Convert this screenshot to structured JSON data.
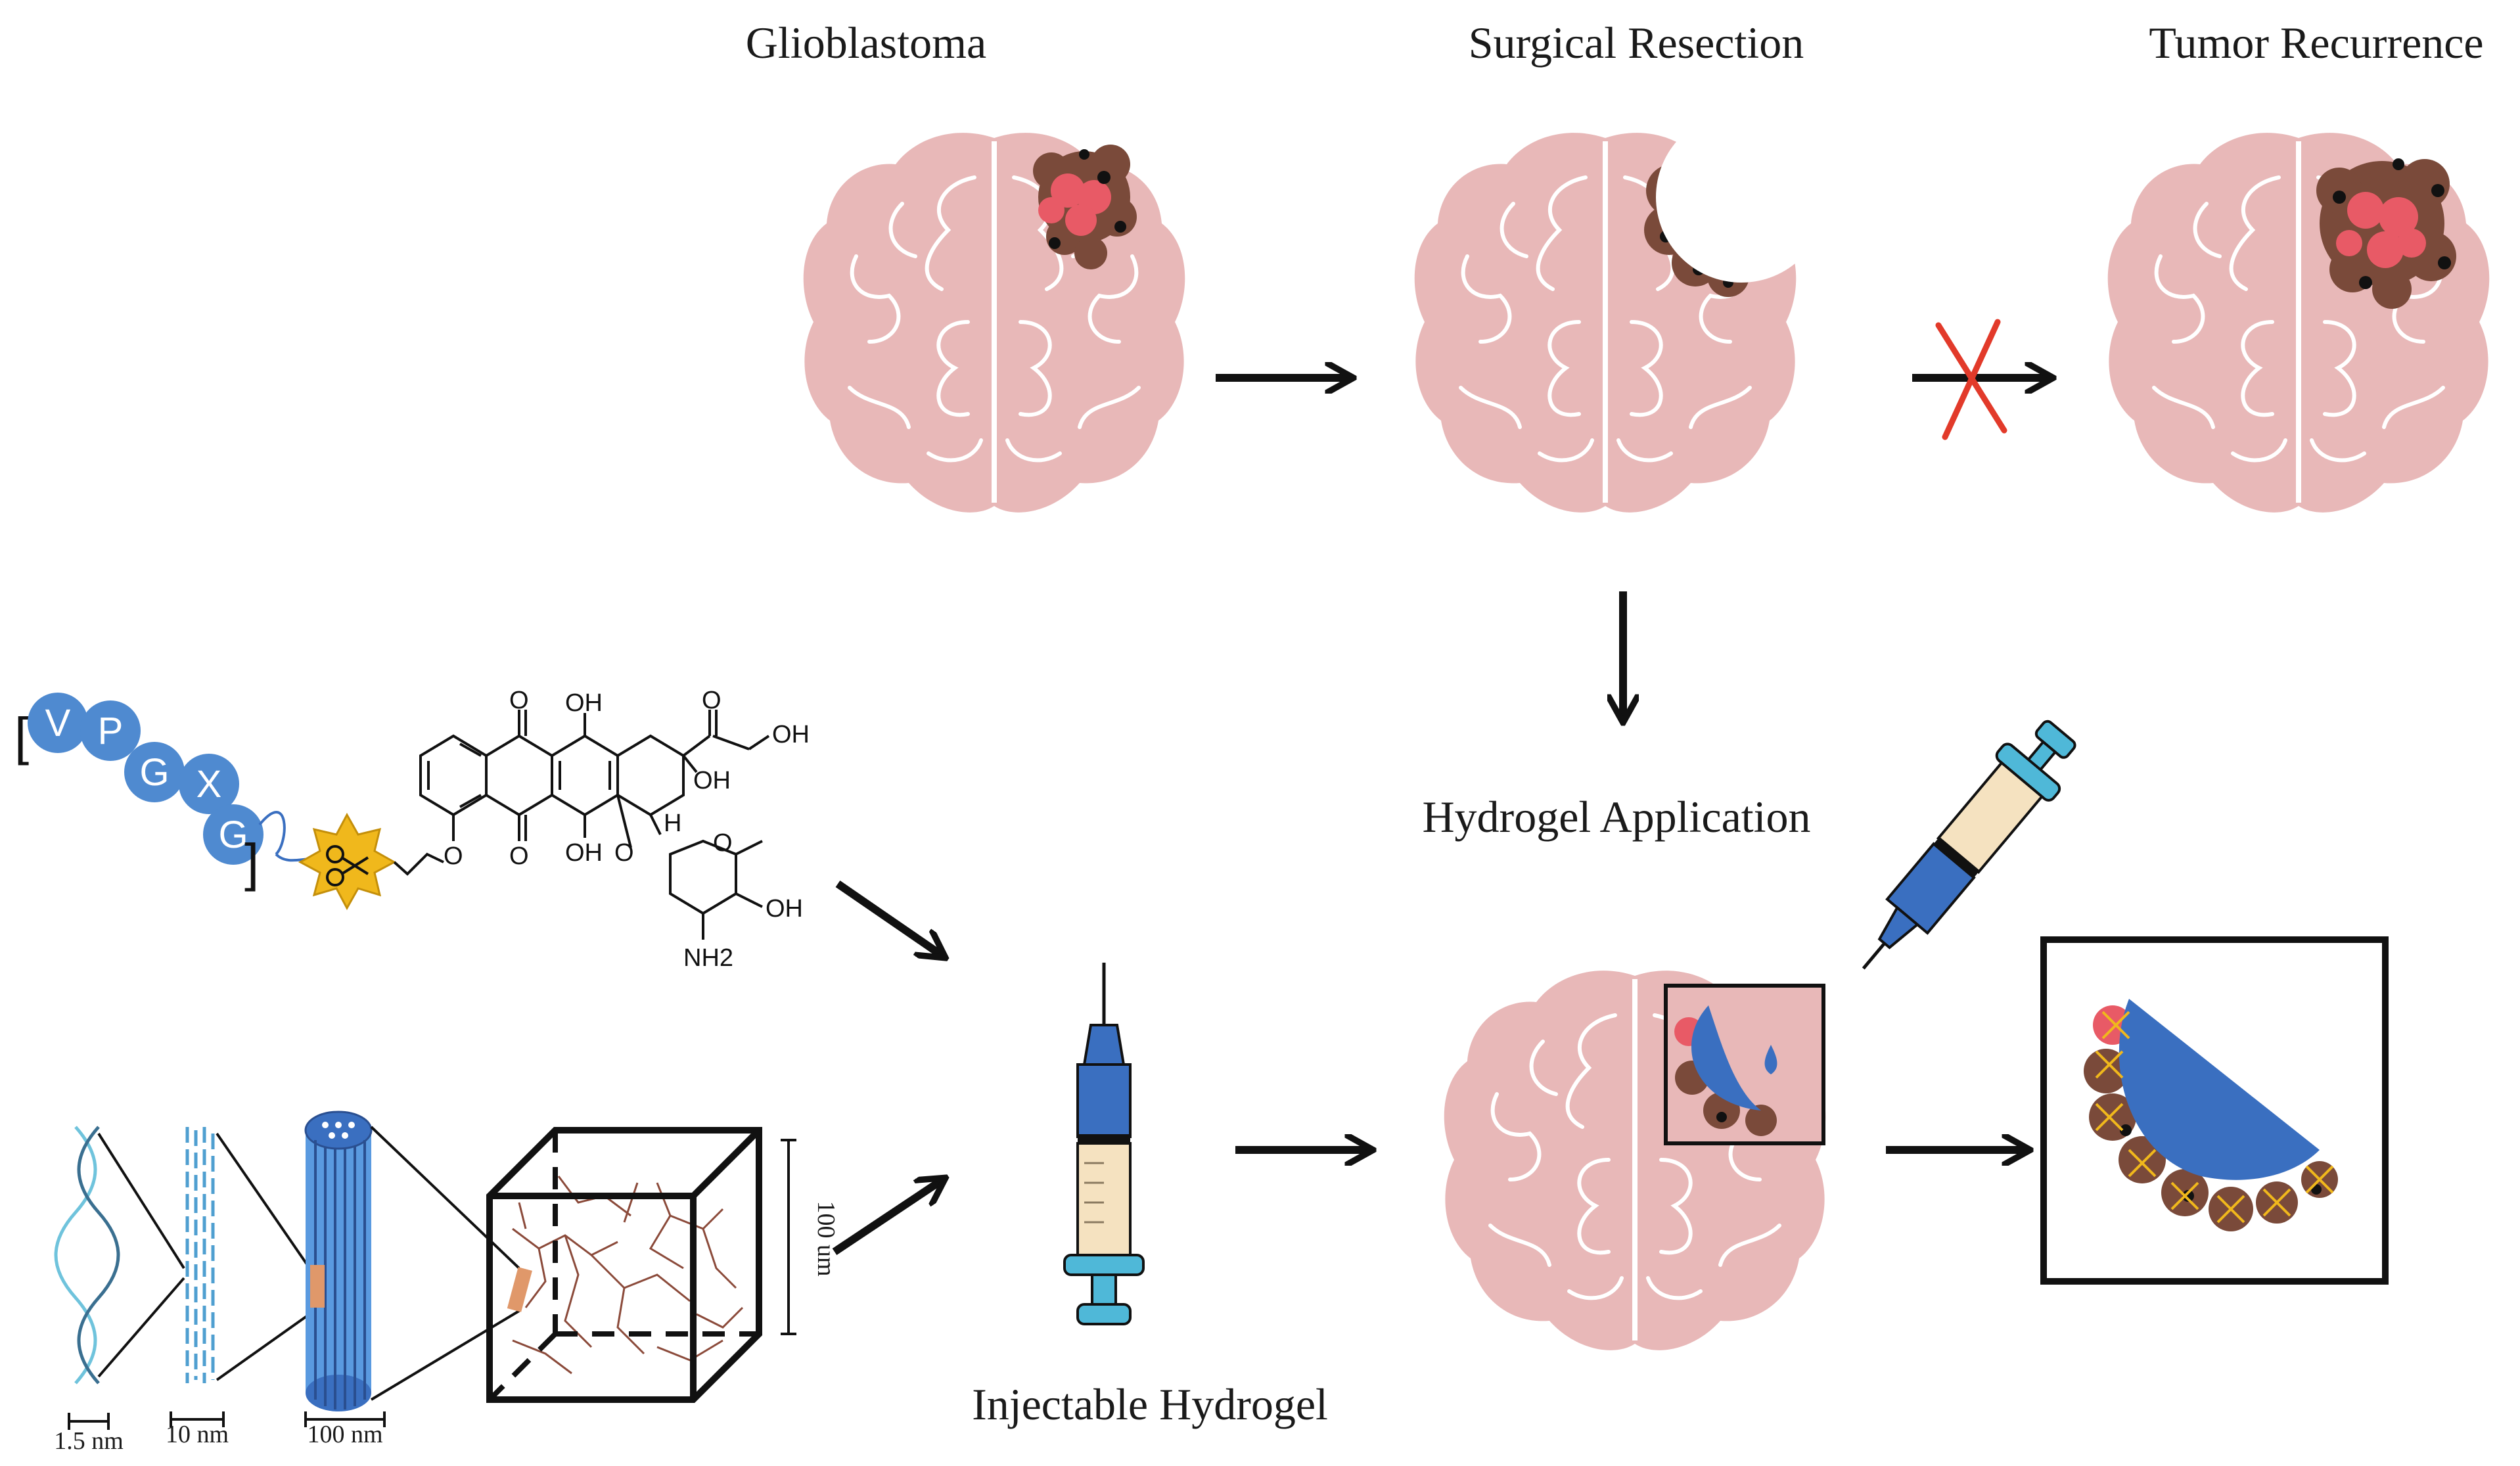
{
  "titles": {
    "glioblastoma": "Glioblastoma",
    "surgical_resection": "Surgical Resection",
    "tumor_recurrence": "Tumor Recurrence",
    "hydrogel_application": "Hydrogel Application",
    "injectable_hydrogel": "Injectable Hydrogel"
  },
  "peptide": {
    "residues": [
      "V",
      "P",
      "G",
      "X",
      "G"
    ],
    "bracket_open": "[",
    "bracket_close": "]"
  },
  "molecule_labels": {
    "oh_top": "OH",
    "oh_right": "OH",
    "oh_side": "OH",
    "oh_bottom": "OH",
    "oh_sugar": "OH",
    "o_top": "O",
    "o_ketone": "O",
    "o_bottom": "O",
    "o_ether": "O",
    "o_glyco": "O",
    "o_ring": "O",
    "h": "H",
    "nh2": "NH2"
  },
  "scale_labels": {
    "s1": "1.5 nm",
    "s2": "10 nm",
    "s3": "100 nm",
    "cube": "100 um"
  },
  "colors": {
    "brain": "#e8b8b8",
    "brain_line": "#ffffff",
    "tumor_brown": "#7a4a3a",
    "tumor_red": "#e85a66",
    "blue": "#3a6fc0",
    "light_blue": "#4fb8d8",
    "cream": "#f5e2c0",
    "cleavage_star": "#f0b81c",
    "red_x": "#e23a2a",
    "fiber_brown": "#8b4a3a"
  }
}
